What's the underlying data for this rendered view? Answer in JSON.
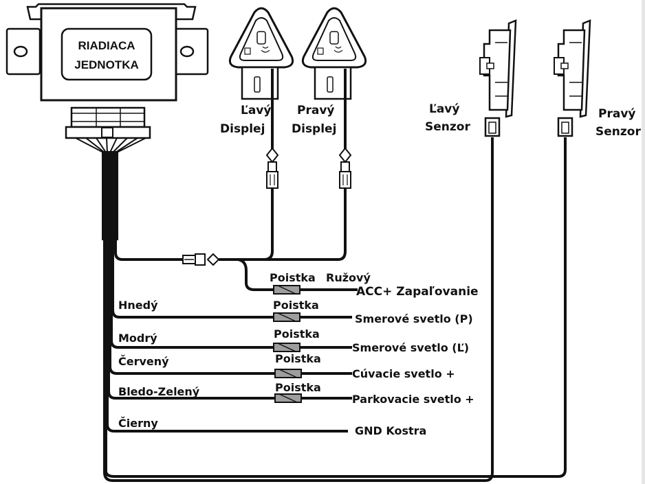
{
  "control_unit": {
    "line1": "RIADIACA",
    "line2": "JEDNOTKA"
  },
  "displays": {
    "left": {
      "line1": "Ľavý",
      "line2": "Displej"
    },
    "right": {
      "line1": "Pravý",
      "line2": "Displej"
    }
  },
  "sensors": {
    "left": {
      "line1": "Ľavý",
      "line2": "Senzor"
    },
    "right": {
      "line1": "Pravý",
      "line2": "Senzor"
    }
  },
  "wiring": {
    "acc": {
      "fuse": "Poistka",
      "color": "Ružový",
      "target": "ACC+ Zapaľovanie"
    },
    "rows": [
      {
        "color": "Hnedý",
        "fuse": "Poistka",
        "target": "Smerové svetlo (P)"
      },
      {
        "color": "Modrý",
        "fuse": "Poistka",
        "target": "Smerové svetlo (Ľ)"
      },
      {
        "color": "Červený",
        "fuse": "Poistka",
        "target": "Cúvacie svetlo +"
      },
      {
        "color": "Bledo-Zelený",
        "fuse": "Poistka",
        "target": "Parkovacie svetlo +"
      }
    ],
    "ground": {
      "color": "Čierny",
      "target": "GND Kostra"
    }
  }
}
